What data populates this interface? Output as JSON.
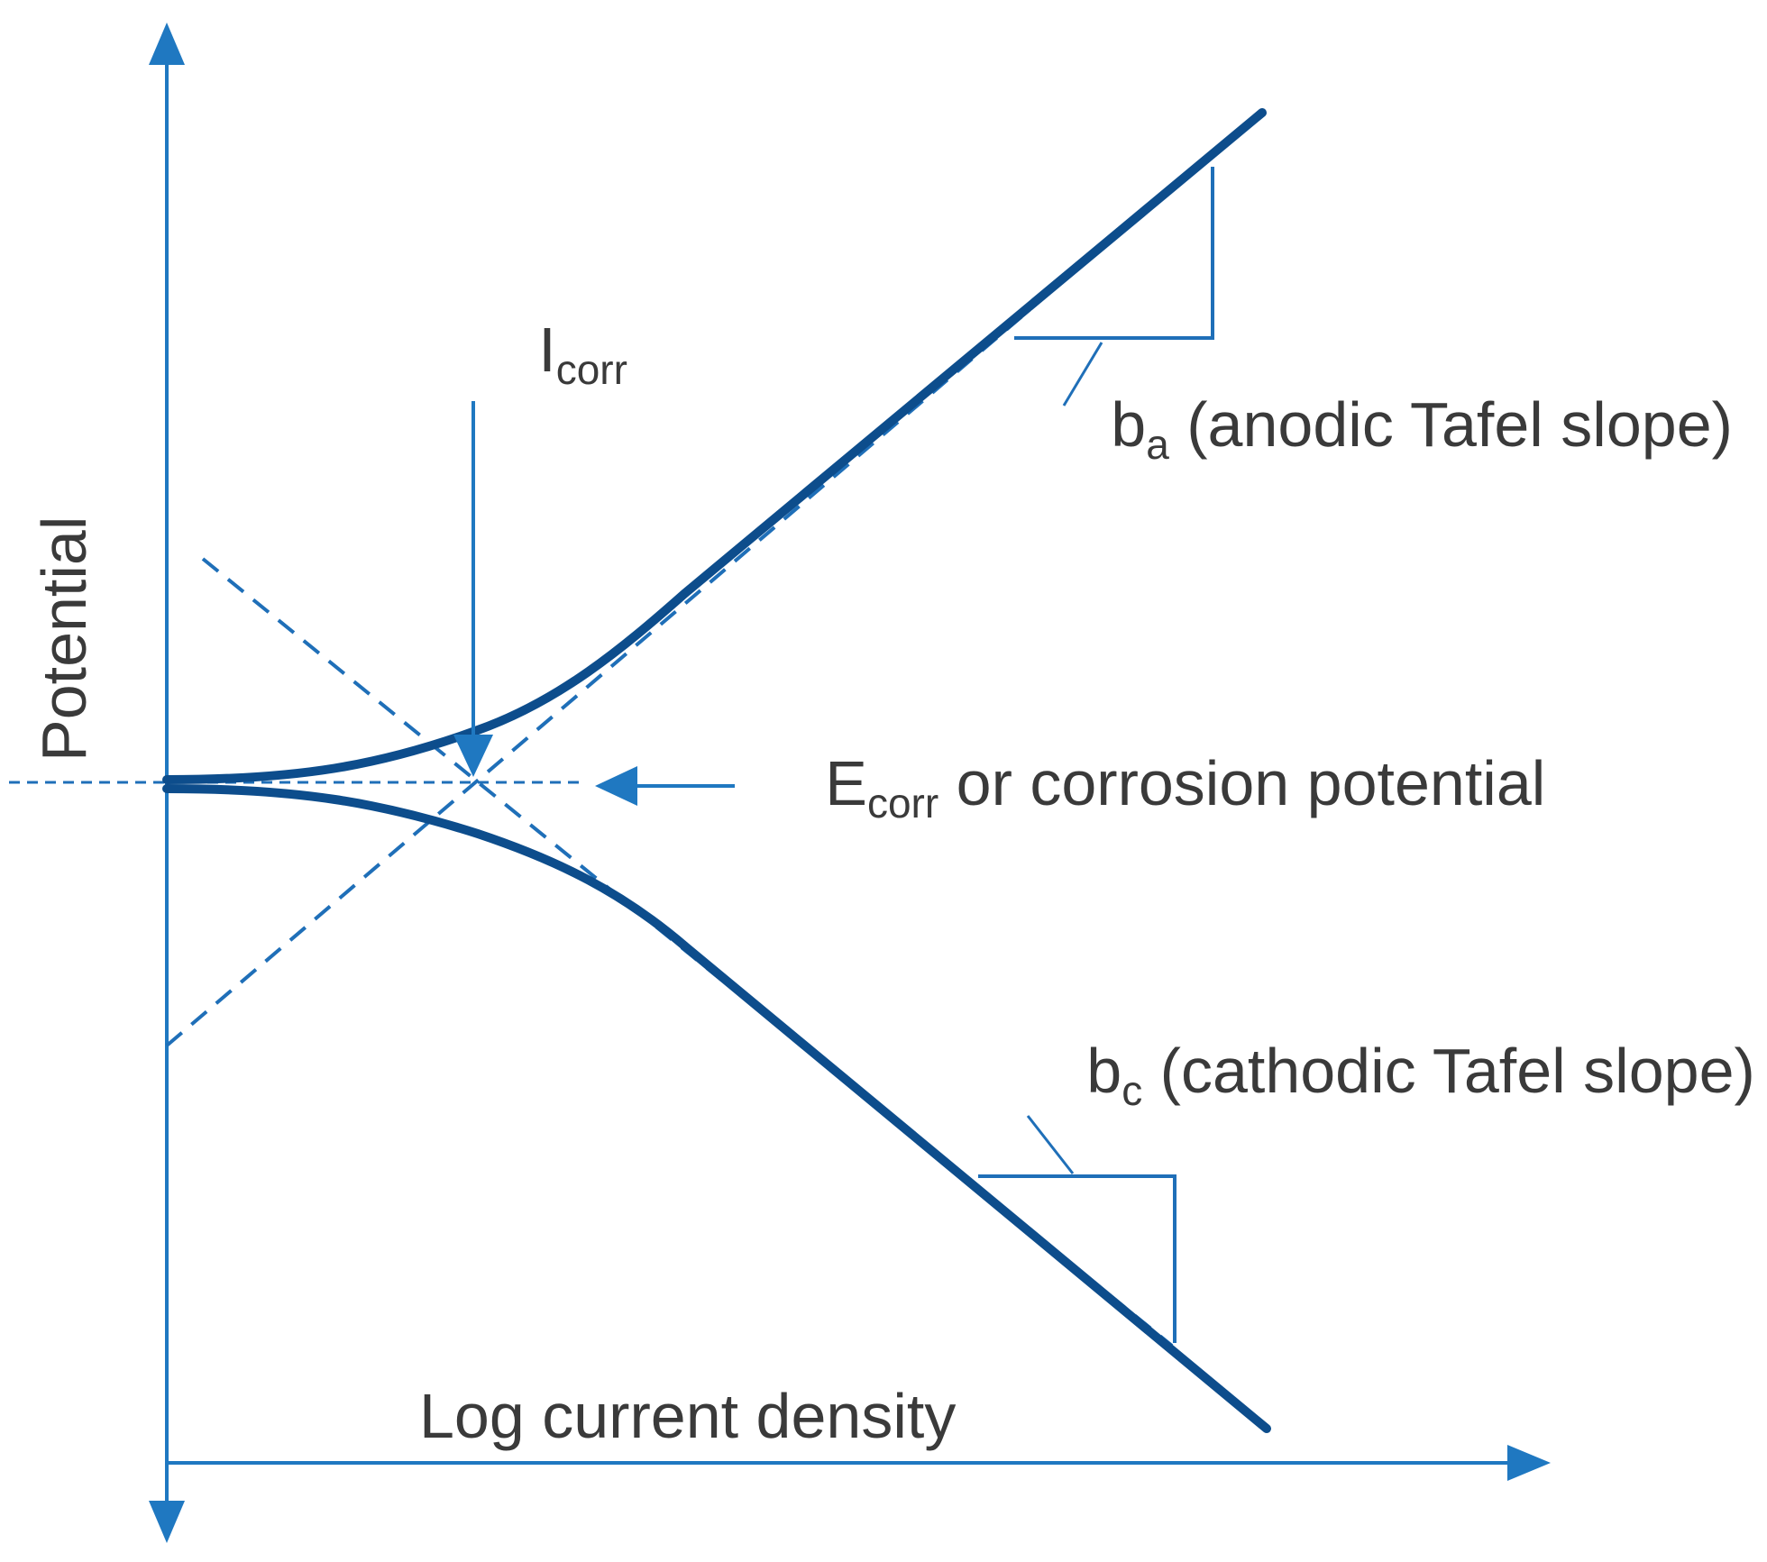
{
  "colors": {
    "axis": "#1f78c1",
    "curve": "#0d4d8c",
    "dashed": "#1f6fb8",
    "text": "#3a3a3a"
  },
  "labels": {
    "y_axis": "Potential",
    "x_axis": "Log current density",
    "icorr_main": "I",
    "icorr_sub": "corr",
    "ecorr_main": "E",
    "ecorr_sub": "corr",
    "ecorr_rest": " or corrosion potential",
    "ba_main": "b",
    "ba_sub": "a",
    "ba_rest": " (anodic Tafel slope)",
    "bc_main": "b",
    "bc_sub": "c",
    "bc_rest": " (cathodic Tafel slope)"
  }
}
